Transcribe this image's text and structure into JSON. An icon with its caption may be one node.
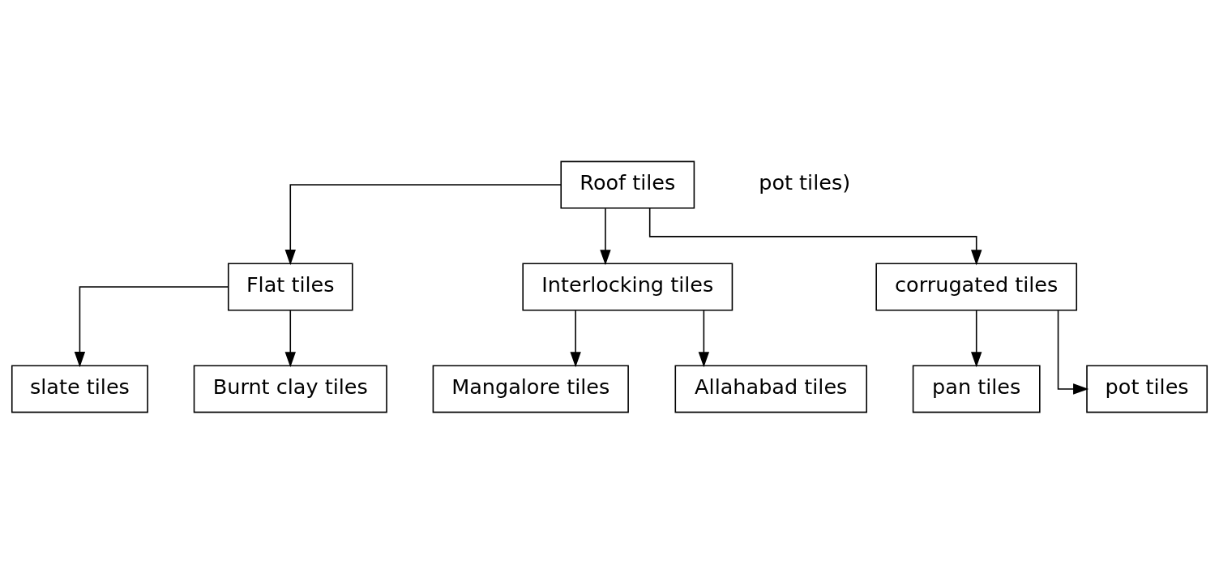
{
  "diagram": {
    "nodes": [
      {
        "text": [
          "Roof tiles"
        ]
      },
      {
        "text": [
          "Flat tiles"
        ]
      },
      {
        "text": [
          "Interlocking tiles"
        ]
      },
      {
        "text": [
          "corrugated tiles"
        ]
      },
      {
        "text": [
          "slate tiles"
        ]
      },
      {
        "text": [
          "Burnt clay tiles"
        ]
      },
      {
        "text": [
          "Mangalore tiles"
        ]
      },
      {
        "text": [
          "Allahabad tiles"
        ]
      },
      {
        "text": [
          "pan tiles"
        ]
      },
      {
        "text": [
          "pot tiles"
        ]
      }
    ],
    "edges": [
      {
        "from": 0,
        "to": 1,
        "arrow": "to"
      },
      {
        "from": 0,
        "to": 2,
        "arrow": "to"
      },
      {
        "from": 0,
        "to": 3,
        "arrow": "to"
      },
      {
        "from": 1,
        "to": 4,
        "arrow": "to"
      },
      {
        "from": 1,
        "to": 5,
        "arrow": "to"
      },
      {
        "from": 2,
        "to": 6,
        "arrow": "to"
      },
      {
        "from": 2,
        "to": 7,
        "arrow": "to"
      },
      {
        "from": 3,
        "to": 8,
        "arrow": "to"
      },
      {
        "from": 3,
        "to": 9,
        "arrow": "to"
      }
    ],
    "labels": [
      "pot tiles)"
    ]
  }
}
